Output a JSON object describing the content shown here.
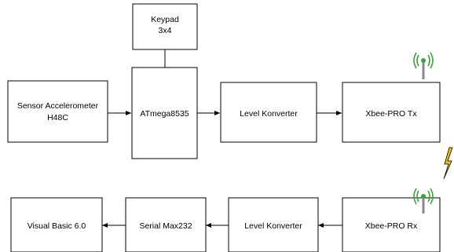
{
  "nodes": {
    "keypad": [
      "Keypad",
      "3x4"
    ],
    "sensor": [
      "Sensor Accelerometer",
      "H48C"
    ],
    "atmega": [
      "ATmega8535"
    ],
    "level_tx": [
      "Level Konverter"
    ],
    "xbee_tx": [
      "Xbee-PRO Tx"
    ],
    "visual_basic": [
      "Visual Basic 6.0"
    ],
    "serial": [
      "Serial Max232"
    ],
    "level_rx": [
      "Level Konverter"
    ],
    "xbee_rx": [
      "Xbee-PRO Rx"
    ]
  },
  "edges": [
    {
      "from": "keypad",
      "to": "atmega",
      "arrow": false
    },
    {
      "from": "sensor",
      "to": "atmega",
      "arrow": true
    },
    {
      "from": "atmega",
      "to": "level_tx",
      "arrow": true
    },
    {
      "from": "level_tx",
      "to": "xbee_tx",
      "arrow": true
    },
    {
      "from": "xbee_rx",
      "to": "level_rx",
      "arrow": true
    },
    {
      "from": "level_rx",
      "to": "serial",
      "arrow": true
    },
    {
      "from": "serial",
      "to": "visual_basic",
      "arrow": true
    }
  ],
  "icons": [
    "antenna-tx-icon",
    "antenna-rx-icon",
    "wireless-link-icon"
  ],
  "colors": {
    "stroke": "#000000",
    "antenna_wave": "#3aa43a",
    "antenna_mast": "#8a8a8a",
    "lightning": "#f2c200"
  }
}
